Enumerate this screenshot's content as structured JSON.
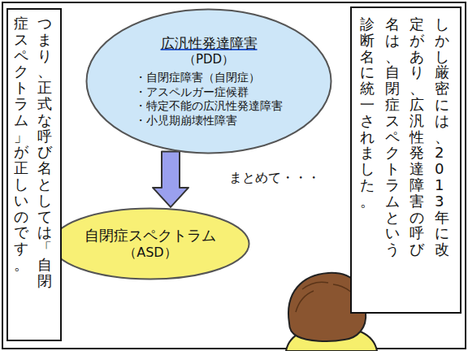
{
  "diagram": {
    "nodes": [
      {
        "text": [
          "しかし厳密には、2013年に改定があり、広汎性発達障害の呼び名は、自閉症スペクトラムという診断名に統一されました。"
        ]
      },
      {
        "text": [
          "広汎性発達障害",
          "（PDD）",
          "・自閉症障害（自閉症）",
          "・アスペルガー症候群",
          "・特定不能の広汎性発達障害",
          "・小児期崩壊性障害"
        ]
      },
      {
        "text": [
          "自閉症スペクトラム",
          "（ASD）"
        ]
      },
      {
        "text": [
          "つまり、正式な呼び名としては「自閉症スペクトラム」が正しいのです。"
        ]
      }
    ],
    "edges": [
      {
        "from": 1,
        "to": 2,
        "arrow": "to",
        "label": "まとめて・・・"
      }
    ]
  }
}
